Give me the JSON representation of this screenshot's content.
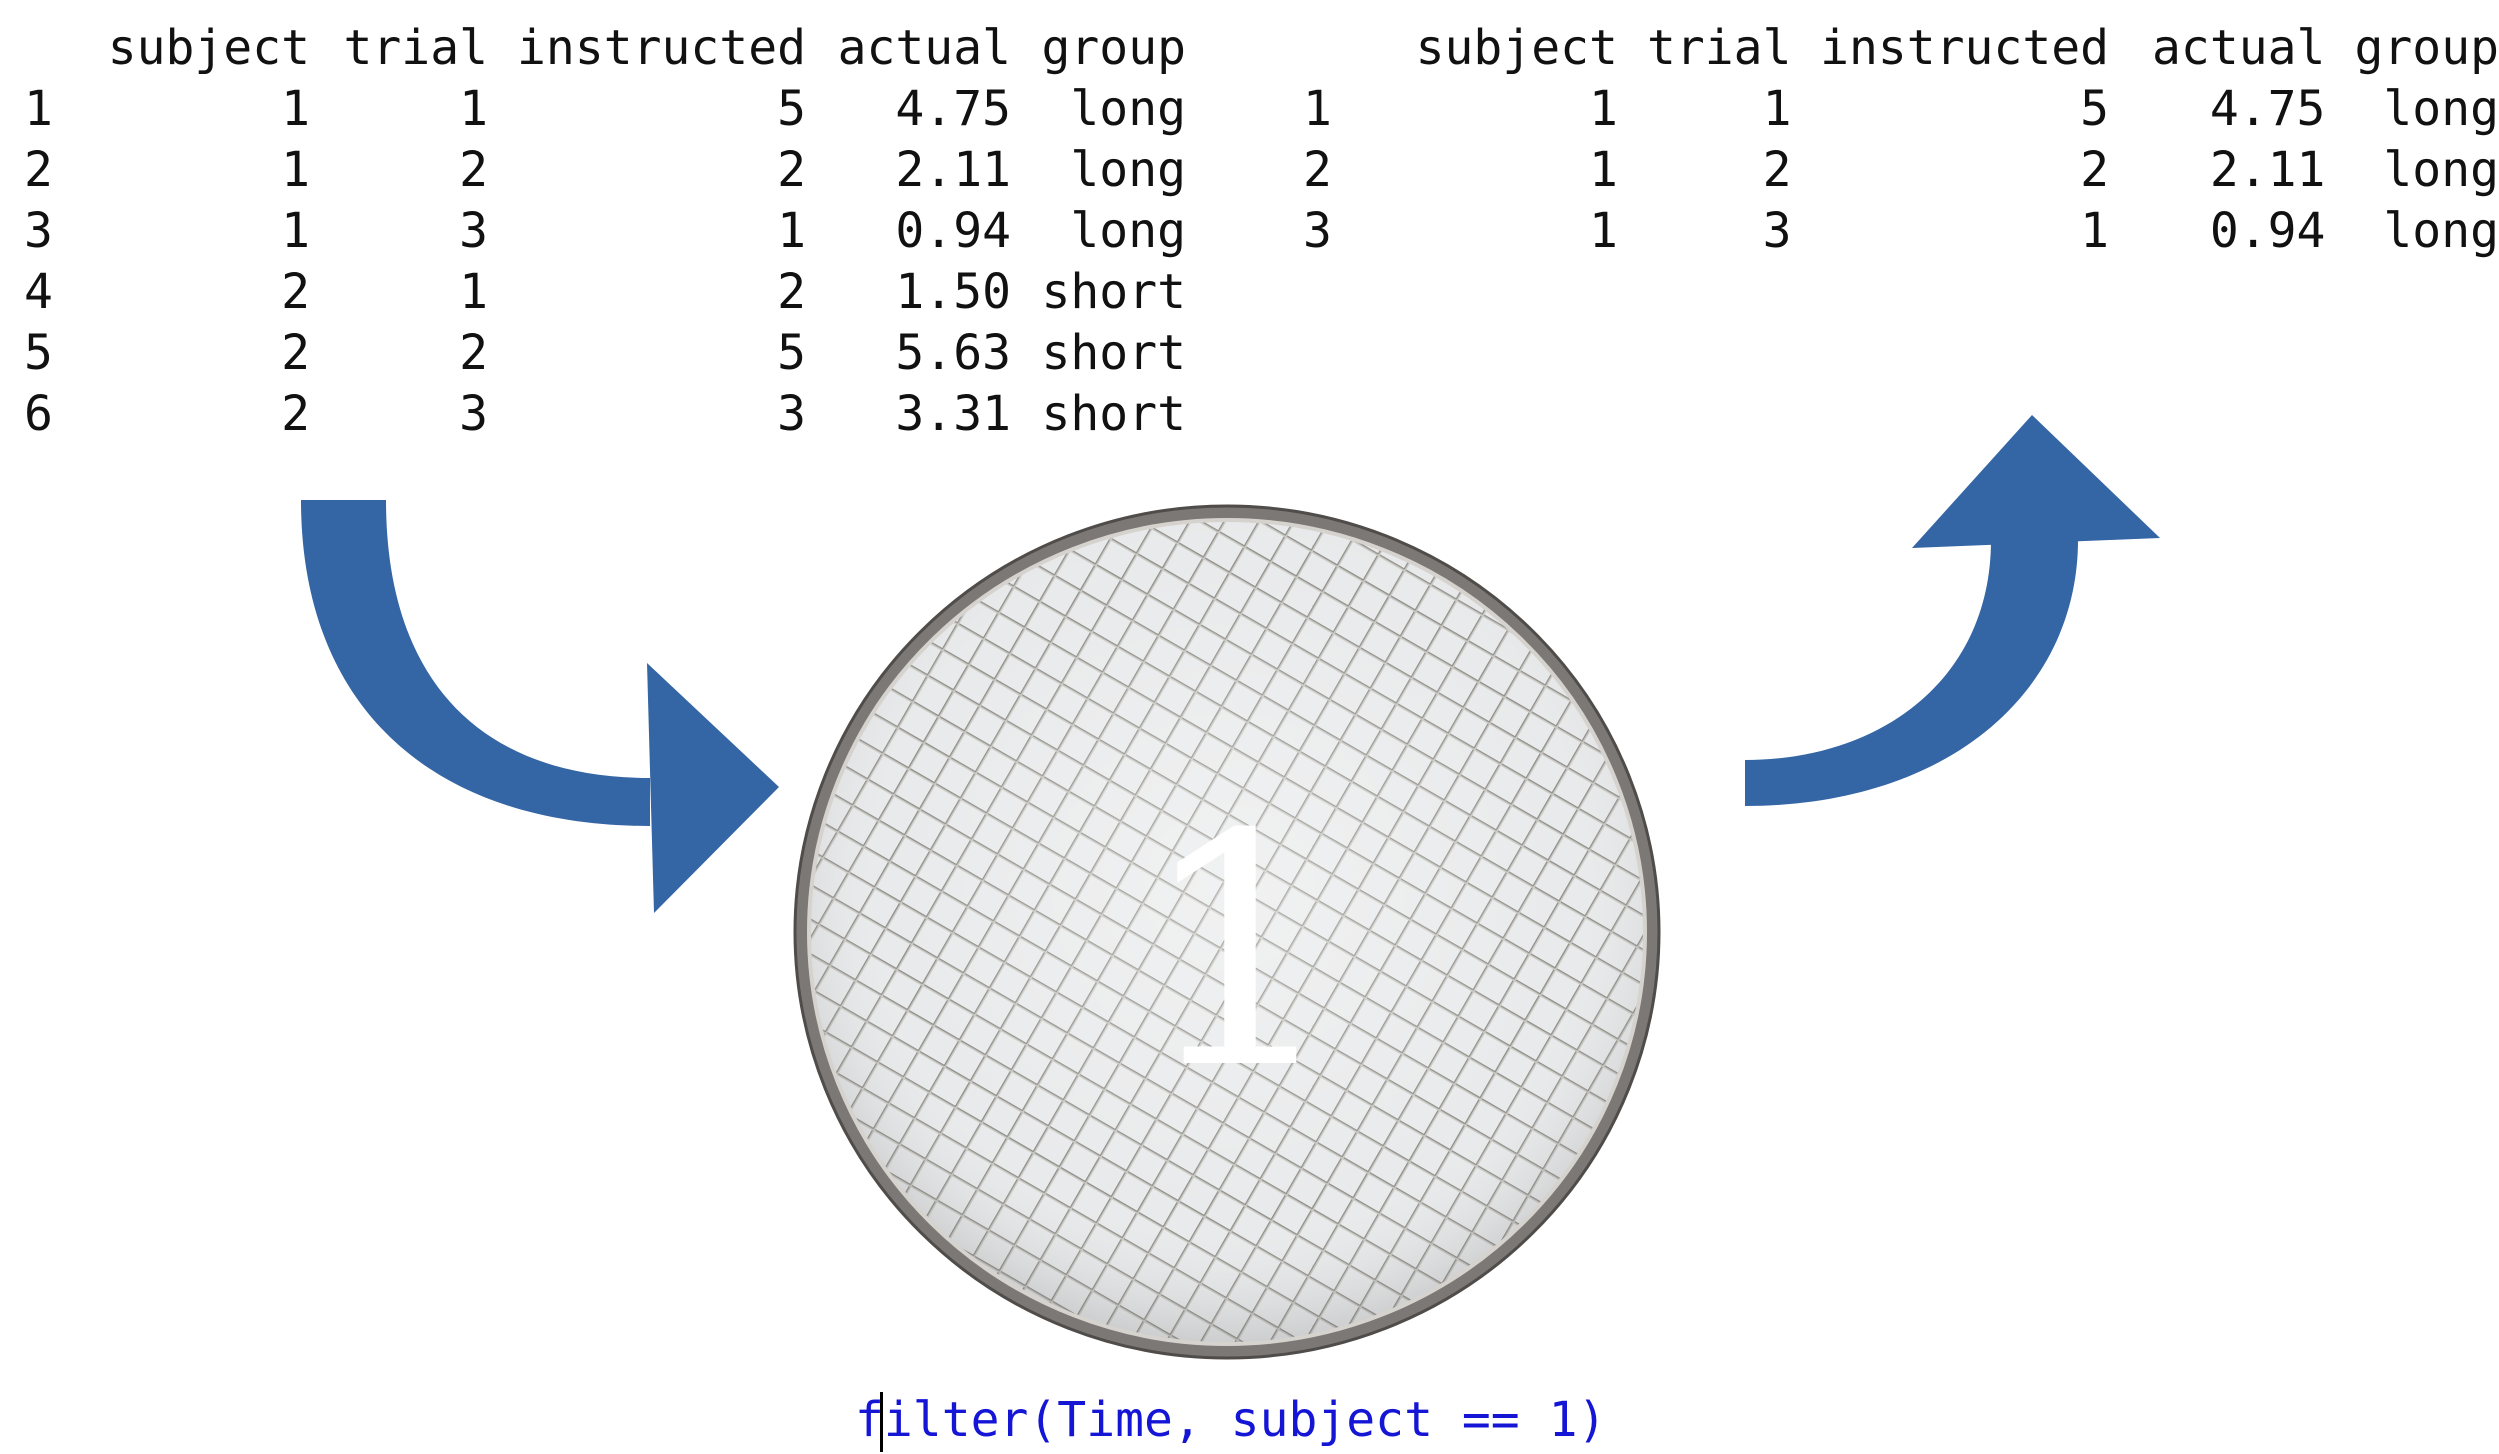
{
  "colors": {
    "arrow": "#3465a4",
    "code": "#1515d6",
    "text": "#111111"
  },
  "input_table": {
    "columns": [
      "subject",
      "trial",
      "instructed",
      "actual",
      "group"
    ],
    "rows": [
      {
        "index": "1",
        "subject": "1",
        "trial": "1",
        "instructed": "5",
        "actual": "4.75",
        "group": "long"
      },
      {
        "index": "2",
        "subject": "1",
        "trial": "2",
        "instructed": "2",
        "actual": "2.11",
        "group": "long"
      },
      {
        "index": "3",
        "subject": "1",
        "trial": "3",
        "instructed": "1",
        "actual": "0.94",
        "group": "long"
      },
      {
        "index": "4",
        "subject": "2",
        "trial": "1",
        "instructed": "2",
        "actual": "1.50",
        "group": "short"
      },
      {
        "index": "5",
        "subject": "2",
        "trial": "2",
        "instructed": "5",
        "actual": "5.63",
        "group": "short"
      },
      {
        "index": "6",
        "subject": "2",
        "trial": "3",
        "instructed": "3",
        "actual": "3.31",
        "group": "short"
      }
    ]
  },
  "output_table": {
    "columns": [
      "subject",
      "trial",
      "instructed",
      "actual",
      "group"
    ],
    "rows": [
      {
        "index": "1",
        "subject": "1",
        "trial": "1",
        "instructed": "5",
        "actual": "4.75",
        "group": "long"
      },
      {
        "index": "2",
        "subject": "1",
        "trial": "2",
        "instructed": "2",
        "actual": "2.11",
        "group": "long"
      },
      {
        "index": "3",
        "subject": "1",
        "trial": "3",
        "instructed": "1",
        "actual": "0.94",
        "group": "long"
      }
    ]
  },
  "sieve": {
    "icon": "sieve-icon",
    "label": "1"
  },
  "arrows": {
    "in_icon": "curved-arrow-right-icon",
    "out_icon": "curved-arrow-up-icon"
  },
  "code": "filter(Time, subject == 1)"
}
